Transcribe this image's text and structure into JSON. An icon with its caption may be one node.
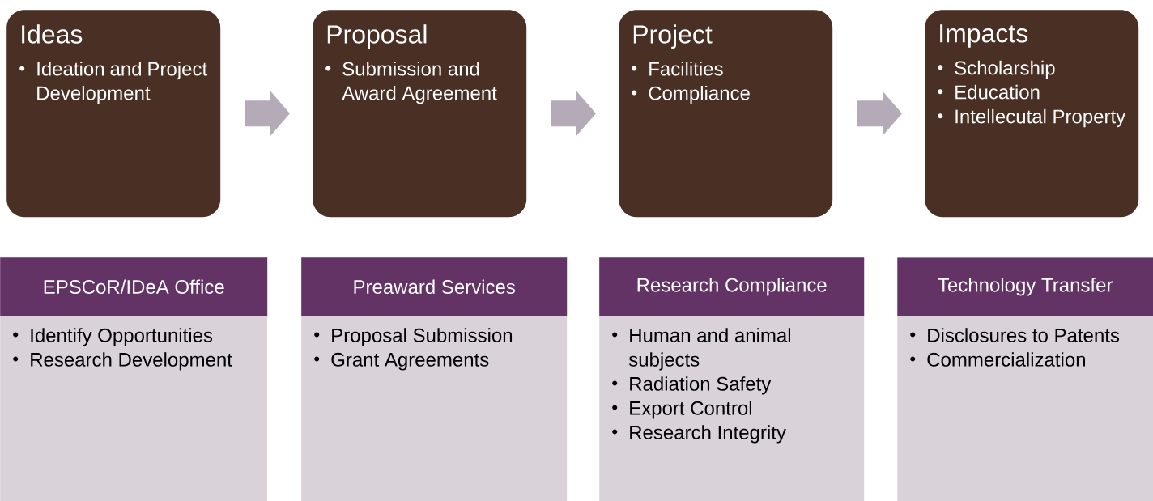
{
  "diagram": {
    "nodes": [
      {
        "text": [
          "Ideas",
          "Ideation and Project Development"
        ]
      },
      {
        "text": [
          "Proposal",
          "Submission and Award Agreement"
        ]
      },
      {
        "text": [
          "Project",
          "Facilities",
          "Compliance"
        ]
      },
      {
        "text": [
          "Impacts",
          "Scholarship",
          "Education",
          "Intellecutal Property"
        ]
      },
      {
        "text": [
          "EPSCoR/IDeA Office",
          "Identify Opportunities",
          "Research Development"
        ]
      },
      {
        "text": [
          "Preaward Services",
          "Proposal Submission",
          "Grant Agreements"
        ]
      },
      {
        "text": [
          "Research Compliance",
          "Human and animal subjects",
          "Radiation Safety",
          "Export Control",
          "Research Integrity"
        ]
      },
      {
        "text": [
          "Technology Transfer",
          "Disclosures to Patents",
          "Commercialization"
        ]
      }
    ],
    "edges": [
      {
        "from": 0,
        "to": 1,
        "arrow": "to"
      },
      {
        "from": 1,
        "to": 2,
        "arrow": "to"
      },
      {
        "from": 2,
        "to": 3,
        "arrow": "to"
      }
    ]
  }
}
